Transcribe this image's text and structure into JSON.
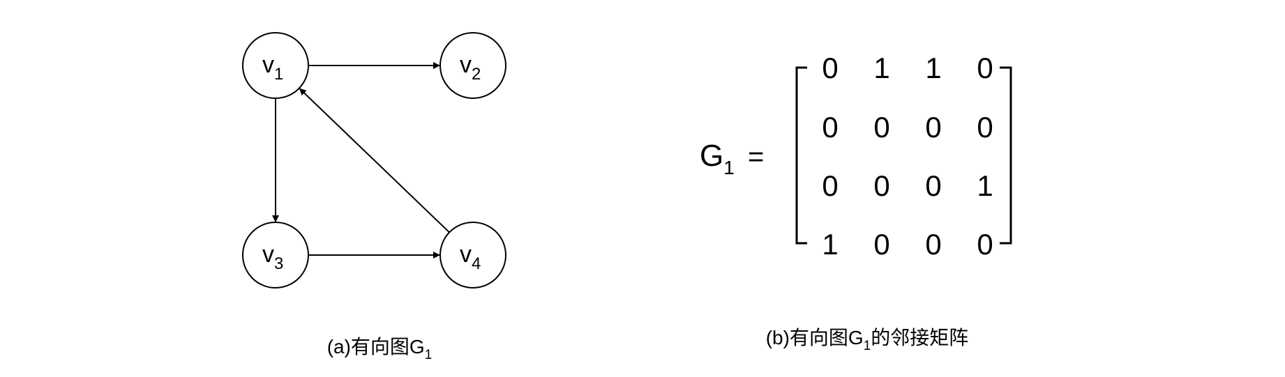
{
  "graph": {
    "nodes": [
      {
        "id": "v1",
        "base": "v",
        "sub": "1"
      },
      {
        "id": "v2",
        "base": "v",
        "sub": "2"
      },
      {
        "id": "v3",
        "base": "v",
        "sub": "3"
      },
      {
        "id": "v4",
        "base": "v",
        "sub": "4"
      }
    ],
    "edges": [
      {
        "from": "v1",
        "to": "v2"
      },
      {
        "from": "v1",
        "to": "v3"
      },
      {
        "from": "v3",
        "to": "v4"
      },
      {
        "from": "v4",
        "to": "v1"
      }
    ]
  },
  "matrix": {
    "name": "G",
    "name_sub": "1",
    "equals": "=",
    "rows": [
      [
        "0",
        "1",
        "1",
        "0"
      ],
      [
        "0",
        "0",
        "0",
        "0"
      ],
      [
        "0",
        "0",
        "0",
        "1"
      ],
      [
        "1",
        "0",
        "0",
        "0"
      ]
    ]
  },
  "captions": {
    "a_prefix": "(a)有向图G",
    "a_sub": "1",
    "b_prefix": "(b)有向图G",
    "b_sub": "1",
    "b_suffix": "的邻接矩阵"
  }
}
